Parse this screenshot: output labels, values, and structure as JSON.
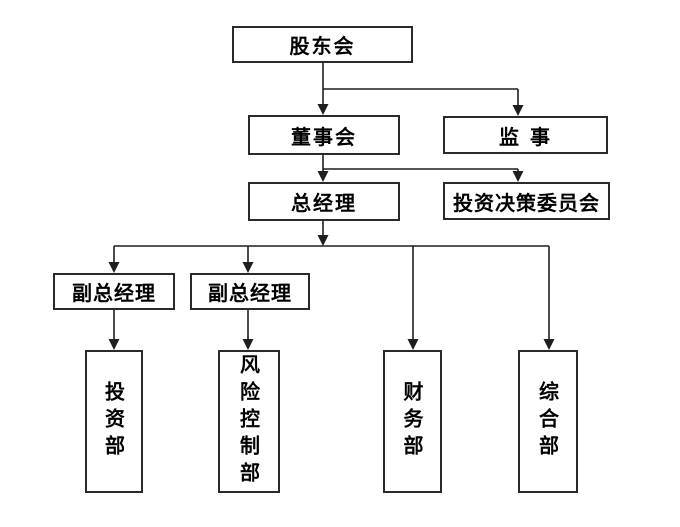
{
  "nodes": {
    "shareholders": {
      "label": "股东会"
    },
    "board": {
      "label": "董事会"
    },
    "supervisors": {
      "label": "监 事"
    },
    "general_manager": {
      "label": "总经理"
    },
    "investment_committee": {
      "label": "投资决策委员会"
    },
    "deputy_gm_left": {
      "label": "副总经理"
    },
    "deputy_gm_right": {
      "label": "副总经理"
    },
    "investment_dept": {
      "label": "投资部"
    },
    "risk_control_dept": {
      "label": "风险控制部"
    },
    "finance_dept": {
      "label": "财务部"
    },
    "general_affairs_dept": {
      "label": "综合部"
    }
  },
  "edges": [
    {
      "from": "shareholders",
      "to": "board"
    },
    {
      "from": "shareholders",
      "to": "supervisors"
    },
    {
      "from": "board",
      "to": "general_manager"
    },
    {
      "from": "board",
      "to": "investment_committee"
    },
    {
      "from": "general_manager",
      "to": "deputy_gm_left"
    },
    {
      "from": "general_manager",
      "to": "deputy_gm_right"
    },
    {
      "from": "general_manager",
      "to": "finance_dept"
    },
    {
      "from": "general_manager",
      "to": "general_affairs_dept"
    },
    {
      "from": "deputy_gm_left",
      "to": "investment_dept"
    },
    {
      "from": "deputy_gm_right",
      "to": "risk_control_dept"
    }
  ],
  "colors": {
    "background": "#ffffff",
    "line": "#1f1f1f",
    "box_border": "#2a2a2a",
    "text": "#000000"
  }
}
